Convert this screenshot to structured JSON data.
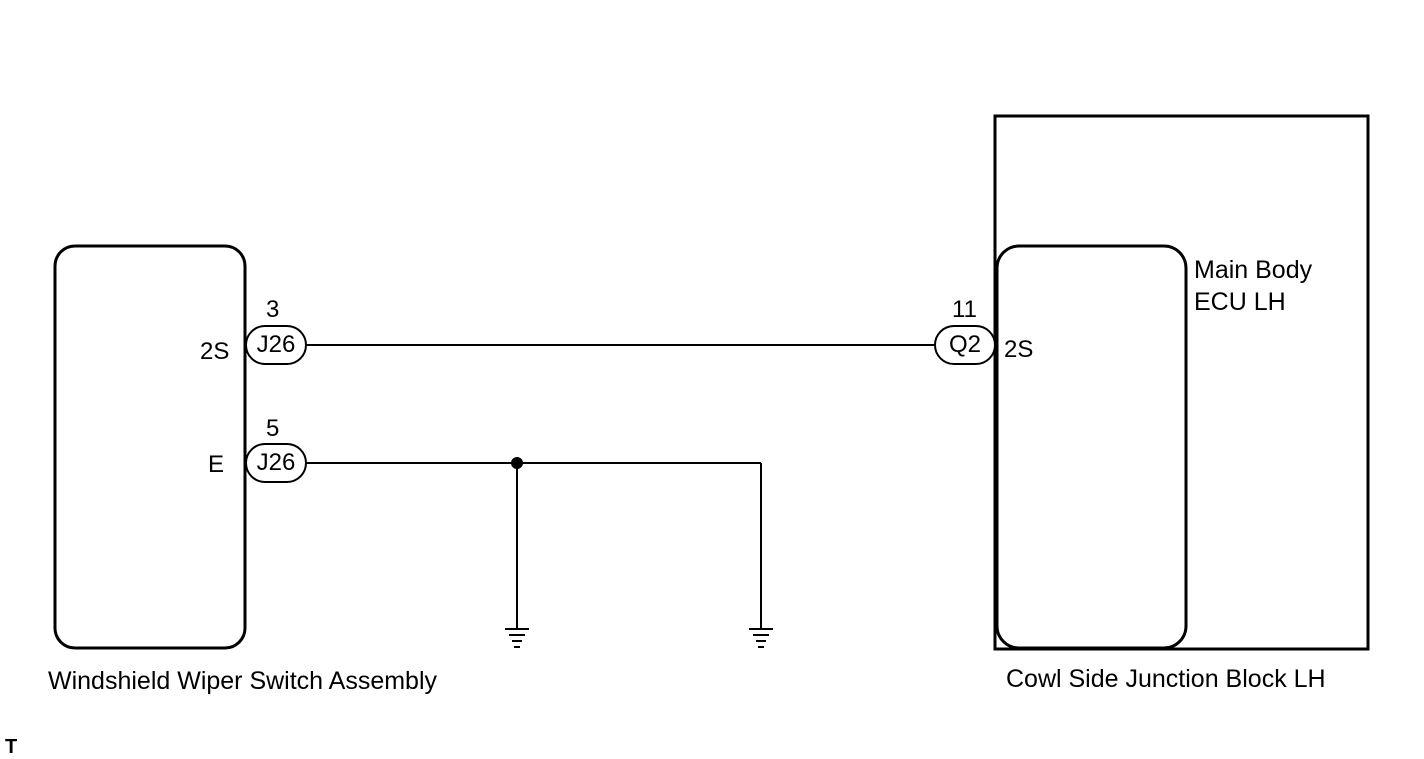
{
  "components": {
    "wiper_switch": {
      "label": "Windshield Wiper Switch Assembly"
    },
    "junction_block": {
      "label": "Cowl Side Junction Block LH"
    },
    "main_body_ecu": {
      "label_line1": "Main Body",
      "label_line2": "ECU LH"
    }
  },
  "connections": {
    "wire_2s": {
      "left_terminal": "2S",
      "left_connector": "J26",
      "left_pin": "3",
      "right_connector": "Q2",
      "right_pin": "11",
      "right_terminal": "2S"
    },
    "wire_e": {
      "terminal": "E",
      "connector": "J26",
      "pin": "5"
    }
  },
  "footer": {
    "corner_mark": "T"
  }
}
